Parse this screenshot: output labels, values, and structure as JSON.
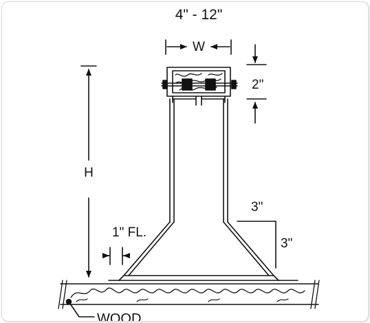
{
  "diagram": {
    "range_label": "4\" - 12\"",
    "width_label": "W",
    "cap_label": "2\"",
    "height_label": "H",
    "flange_label": "1\" FL.",
    "offset_horizontal_label": "3\"",
    "offset_vertical_label": "3\"",
    "material_label": "WOOD"
  },
  "colors": {
    "ink": "#111111",
    "frame_border": "#d9d9d9"
  }
}
